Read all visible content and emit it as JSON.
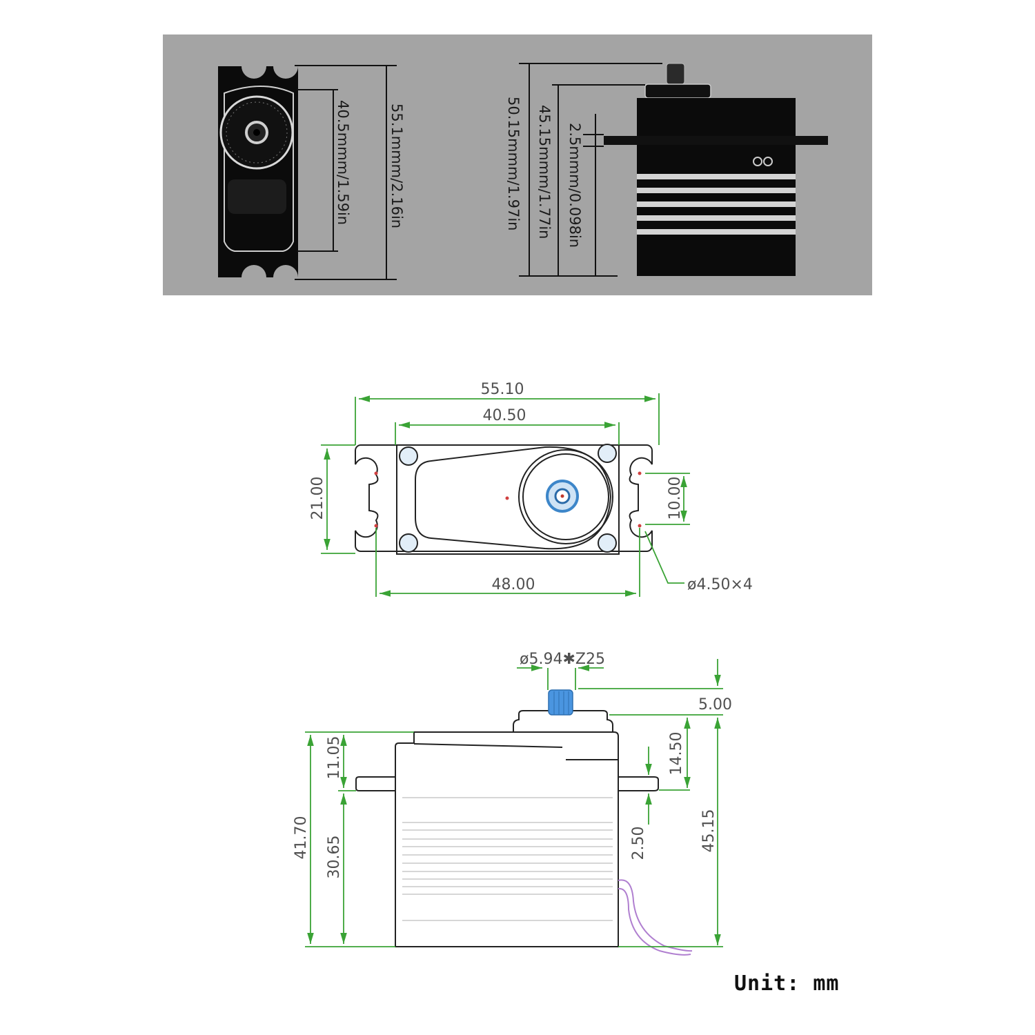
{
  "photo_panel": {
    "background": "#a4a4a4",
    "front_view": {
      "inner_dimension": "40.5mmm/1.59in",
      "outer_dimension": "55.1mmm/2.16in"
    },
    "side_view": {
      "flange_thickness": "2.5mmm/0.098in",
      "body_height": "45.15mmm/1.77in",
      "total_height": "50.15mmm/1.97in"
    }
  },
  "top_drawing": {
    "overall_length": "55.10",
    "body_length": "40.50",
    "height": "21.00",
    "hole_spacing_vertical": "10.00",
    "hole_spacing_horizontal": "48.00",
    "hole_spec": "ø4.50×4",
    "dim_color": "#3aa335",
    "spline_color": "#3d86c9"
  },
  "side_drawing": {
    "spline_spec": "ø5.94✱Z25",
    "spline_height": "5.00",
    "top_to_flange": "14.50",
    "total_body": "45.15",
    "flange_thickness": "2.50",
    "upper_section": "11.05",
    "lower_section": "30.65",
    "overall_to_flange": "41.70",
    "wire_color": "#b07fd0"
  },
  "unit_label": "Unit: mm"
}
